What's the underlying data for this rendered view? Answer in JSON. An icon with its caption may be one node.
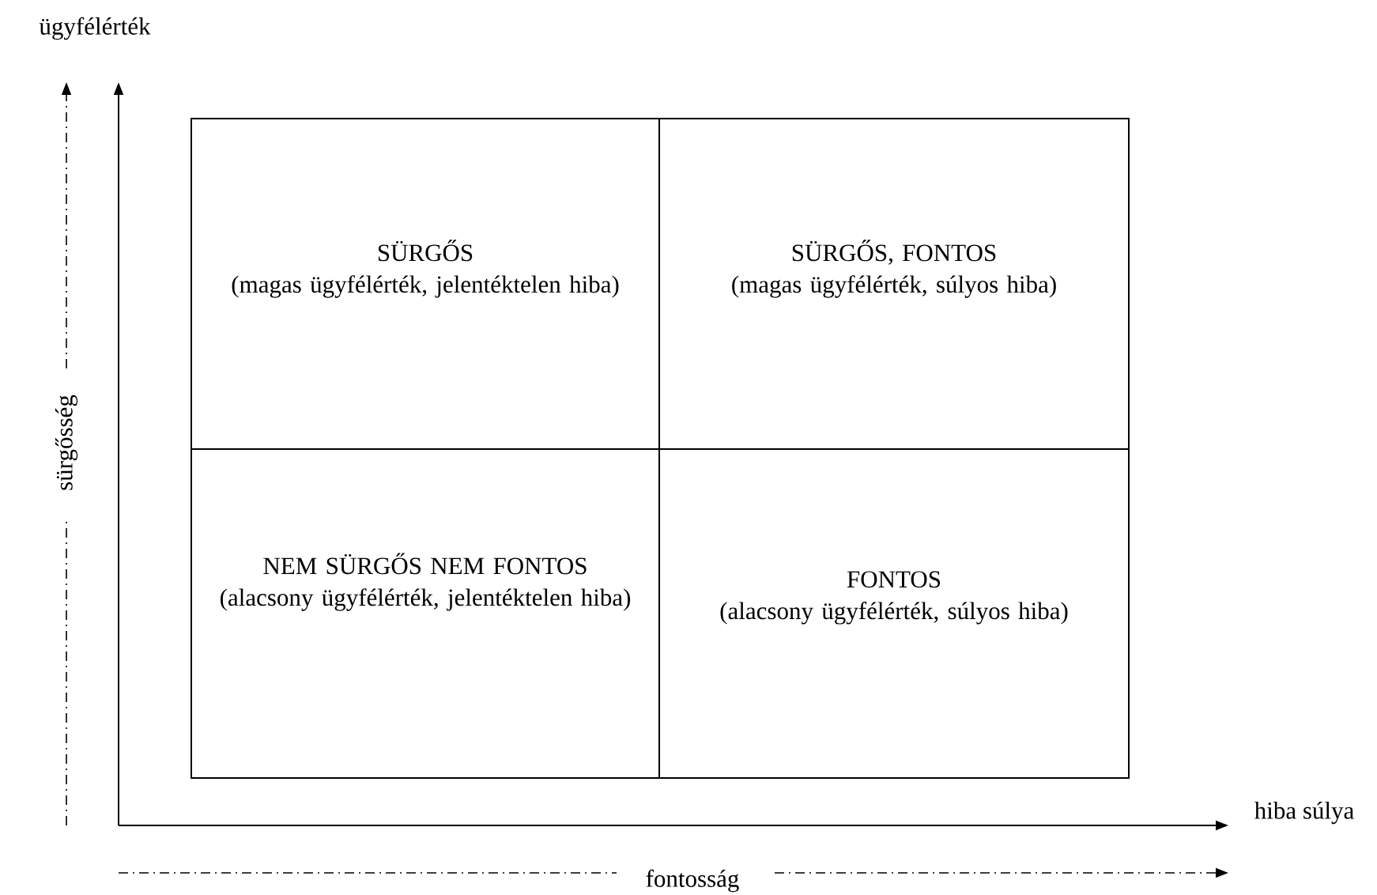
{
  "diagram": {
    "nodes": [
      {
        "text": [
          "SÜRGŐS",
          "(magas ügyfélérték, jelentéktelen hiba)"
        ]
      },
      {
        "text": [
          "SÜRGŐS, FONTOS",
          "(magas ügyfélérték, súlyos hiba)"
        ]
      },
      {
        "text": [
          "NEM SÜRGŐS NEM FONTOS",
          "(alacsony ügyfélérték, jelentéktelen hiba)"
        ]
      },
      {
        "text": [
          "FONTOS",
          "(alacsony ügyfélérték, súlyos hiba)"
        ]
      }
    ],
    "labels": [
      "ügyfélérték",
      "sürgősség",
      "hiba súlya",
      "fontosság"
    ]
  }
}
